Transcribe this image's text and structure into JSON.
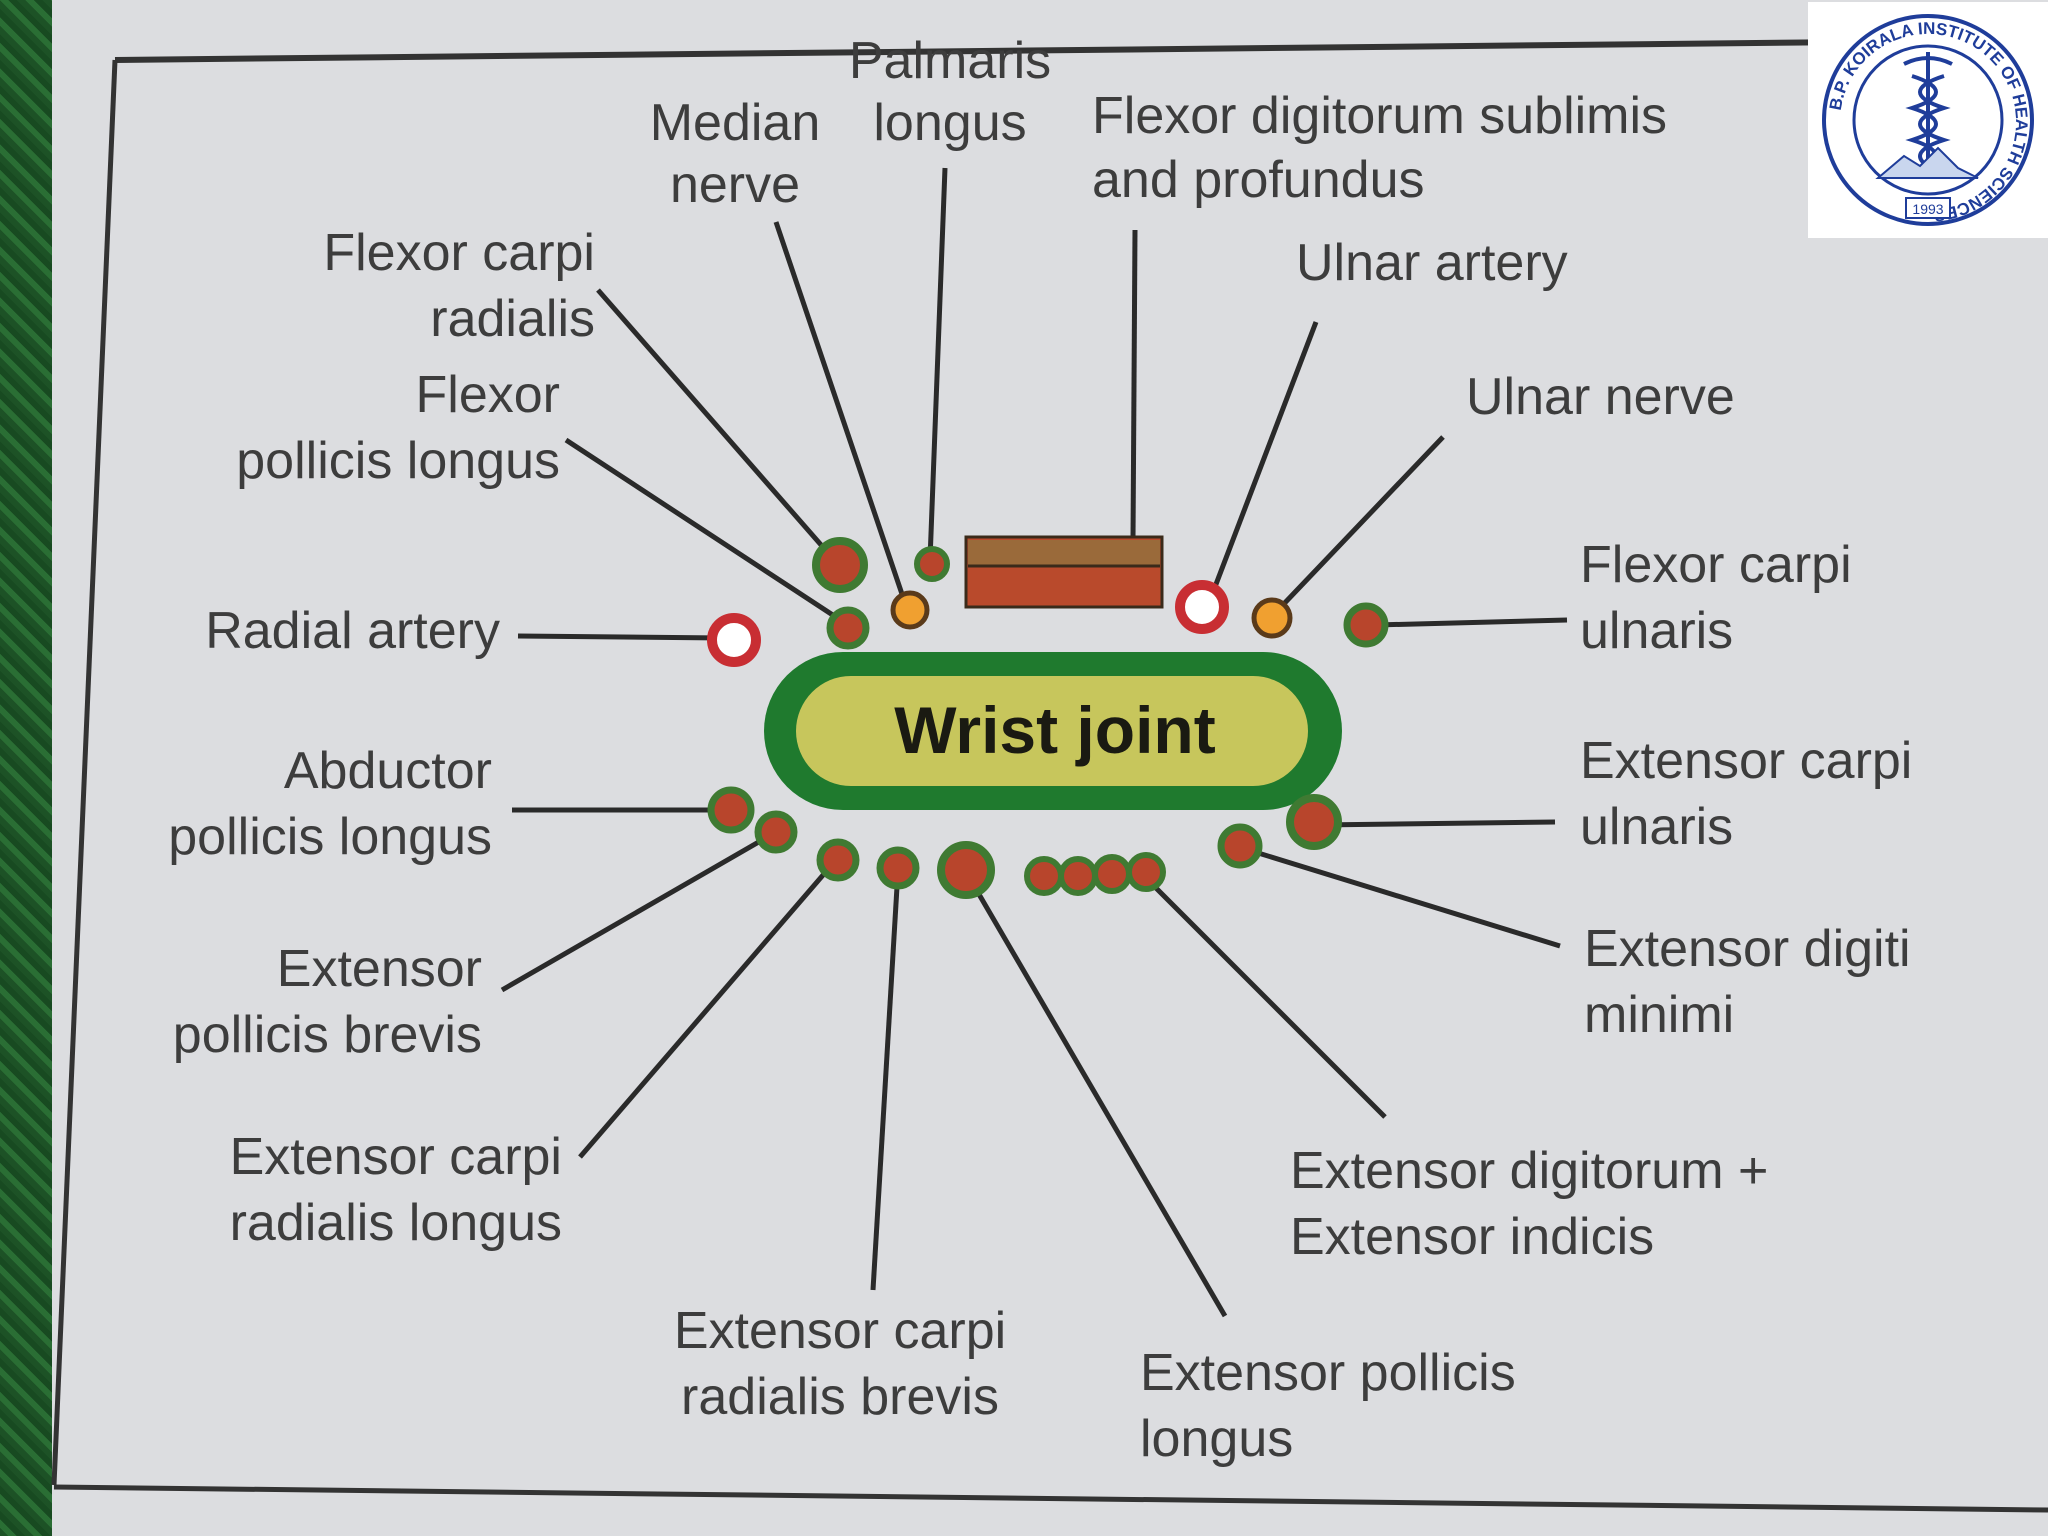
{
  "labels": {
    "palmaris_longus": "Palmaris\nlongus",
    "median_nerve": "Median\nnerve",
    "fds_fdp": "Flexor digitorum sublimis\nand profundus",
    "fcr": "Flexor carpi\nradialis",
    "ulnar_artery": "Ulnar artery",
    "fpl": "Flexor\npollicis longus",
    "ulnar_nerve": "Ulnar nerve",
    "fcu": "Flexor carpi\nulnaris",
    "radial_artery": "Radial artery",
    "center": "Wrist joint",
    "apl": "Abductor\npollicis longus",
    "ecu": "Extensor carpi\nulnaris",
    "epb": "Extensor\npollicis brevis",
    "edm": "Extensor digiti\nminimi",
    "ecrl": "Extensor carpi\nradialis longus",
    "ed_ei": "Extensor digitorum +\nExtensor indicis",
    "ecrb": "Extensor carpi\nradialis brevis",
    "epl": "Extensor pollicis\nlongus"
  },
  "logo": {
    "ring_text": "B.P. KOIRALA INSTITUTE OF HEALTH SCIENCES",
    "year": "1993"
  },
  "colors": {
    "tendon": "#b8452c",
    "tendon_ring": "#3f7a32",
    "nerve": "#f0a030",
    "artery": "#c82e33",
    "joint_outer": "#1f7a2e",
    "joint_inner": "#c7c65c",
    "retinaculum": "#b94a2c"
  }
}
